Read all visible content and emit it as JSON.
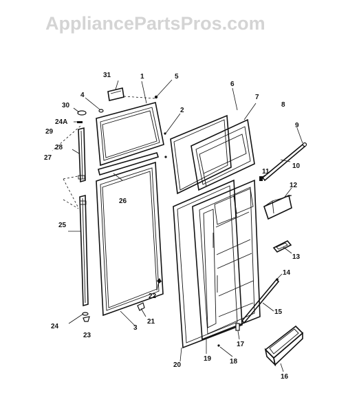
{
  "watermark": "AppliancePartsPros.com",
  "callouts": {
    "c1": "1",
    "c2": "2",
    "c3": "3",
    "c4": "4",
    "c5": "5",
    "c6": "6",
    "c7": "7",
    "c8": "8",
    "c9": "9",
    "c10": "10",
    "c11": "11",
    "c12": "12",
    "c13": "13",
    "c14": "14",
    "c15": "15",
    "c16": "16",
    "c17": "17",
    "c18": "18",
    "c19": "19",
    "c20": "20",
    "c21": "21",
    "c22": "22",
    "c23": "23",
    "c24": "24",
    "c24A": "24A",
    "c25": "25",
    "c26": "26",
    "c27": "27",
    "c28": "28",
    "c29": "29",
    "c30": "30",
    "c31": "31"
  }
}
